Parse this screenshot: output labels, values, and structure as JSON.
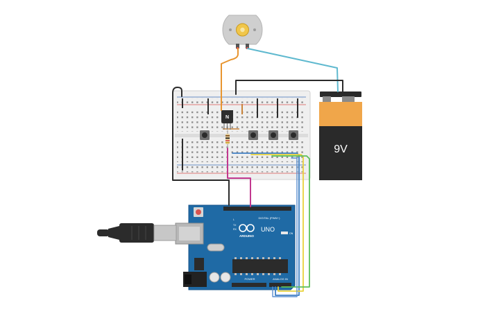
{
  "colors": {
    "board": "#1f6aa5",
    "board_edge": "#17538a",
    "breadboard": "#f1f1f1",
    "battery_body": "#2a2a2a",
    "battery_top": "#f0a64a",
    "wire_orange": "#e8952f",
    "wire_cyan": "#5fb9cf",
    "wire_black": "#2b2b2b",
    "wire_magenta": "#c2388f",
    "wire_blue": "#3e7fc4",
    "wire_yellow": "#e9d23b",
    "wire_green": "#5cbf5a",
    "rail_red": "#d9534f",
    "rail_blue": "#3b6fb6"
  },
  "icons": {
    "motor": "dc-motor-icon",
    "transistor": "npn-transistor-icon",
    "resistor": "resistor-icon",
    "usb": "usb-plug-icon"
  },
  "components": {
    "transistor_label": "N",
    "battery_label": "9V",
    "arduino": {
      "brand": "ARDUINO",
      "model": "UNO",
      "digital_label": "DIGITAL (PWM~)",
      "power_label": "POWER",
      "analog_label": "ANALOG IN",
      "on_label": "ON",
      "tx_label": "TX",
      "rx_label": "RX",
      "l_label": "L"
    }
  }
}
